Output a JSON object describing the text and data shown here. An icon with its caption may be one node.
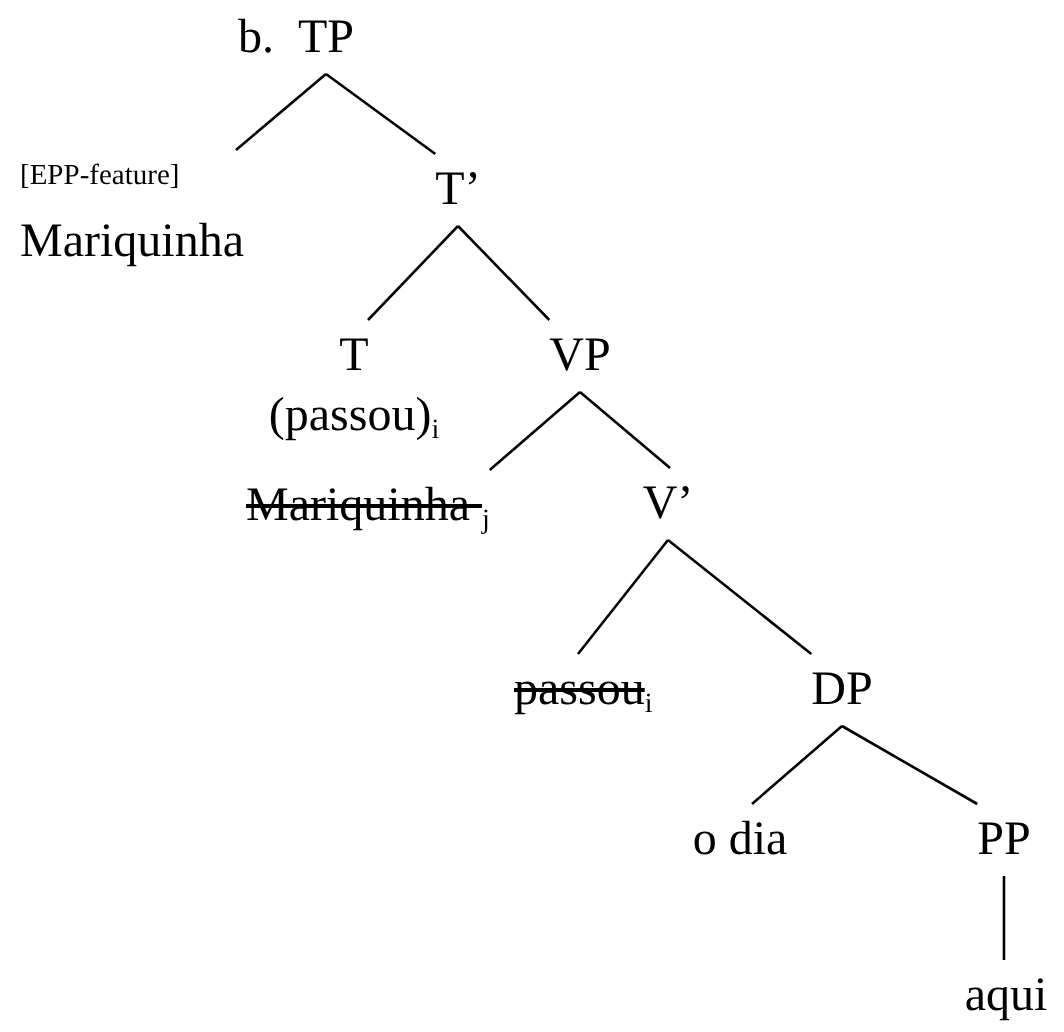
{
  "diagram": {
    "nodes": [
      {
        "text": [
          "TP"
        ],
        "beside": [
          "b."
        ]
      },
      {
        "text": [
          "[EPP-feature]",
          "Mariquinha"
        ]
      },
      {
        "text": [
          "T’"
        ]
      },
      {
        "text": [
          "T",
          "(passou)$_{i}$"
        ]
      },
      {
        "text": [
          "VP"
        ]
      },
      {
        "text": [
          "Mariquinha $_{j}$"
        ]
      },
      {
        "text": [
          "V’"
        ]
      },
      {
        "text": [
          "passou$_{i}$"
        ]
      },
      {
        "text": [
          "DP"
        ]
      },
      {
        "text": [
          "o dia"
        ]
      },
      {
        "text": [
          "PP"
        ]
      },
      {
        "text": [
          "aqui"
        ]
      }
    ],
    "edges": [
      {
        "from": 0,
        "to": 1,
        "arrow": "none"
      },
      {
        "from": 0,
        "to": 2,
        "arrow": "none"
      },
      {
        "from": 2,
        "to": 3,
        "arrow": "none"
      },
      {
        "from": 2,
        "to": 4,
        "arrow": "none"
      },
      {
        "from": 4,
        "to": 5,
        "arrow": "none"
      },
      {
        "from": 4,
        "to": 6,
        "arrow": "none"
      },
      {
        "from": 6,
        "to": 7,
        "arrow": "none"
      },
      {
        "from": 6,
        "to": 8,
        "arrow": "none"
      },
      {
        "from": 8,
        "to": 9,
        "arrow": "none"
      },
      {
        "from": 8,
        "to": 10,
        "arrow": "none"
      },
      {
        "from": 10,
        "to": 11,
        "arrow": "none"
      }
    ]
  }
}
